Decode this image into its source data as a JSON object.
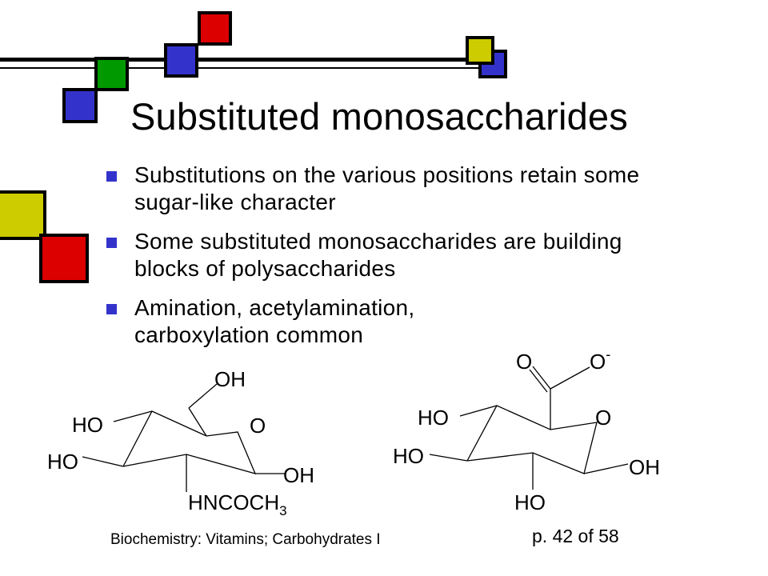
{
  "slide": {
    "title": "Substituted monosaccharides",
    "bullets": [
      "Substitutions on the various positions retain some sugar-like character",
      "Some substituted monosaccharides are building blocks of polysaccharides",
      "Amination, acetylamination, carboxylation common"
    ],
    "footer_left": "Biochemistry: Vitamins; Carbohydrates I",
    "footer_right": "p. 42 of 58"
  },
  "structure_left": {
    "labels": {
      "oh_top": "OH",
      "ring_o": "O",
      "ho_upper": "HO",
      "ho_lower": "HO",
      "oh_right": "OH",
      "hncoch_main": "HNCOCH",
      "hncoch_sub": "3"
    }
  },
  "structure_right": {
    "labels": {
      "carbonyl_o": "O",
      "carboxylate_o": "O",
      "charge": "-",
      "ring_o": "O",
      "ho_upper": "HO",
      "ho_lower": "HO",
      "oh_right": "OH",
      "ho_bottom": "HO"
    }
  },
  "colors": {
    "blue": "#3333cc",
    "green": "#009900",
    "red": "#dd0000",
    "yellow": "#cccc00",
    "bullet": "#3333cc"
  }
}
